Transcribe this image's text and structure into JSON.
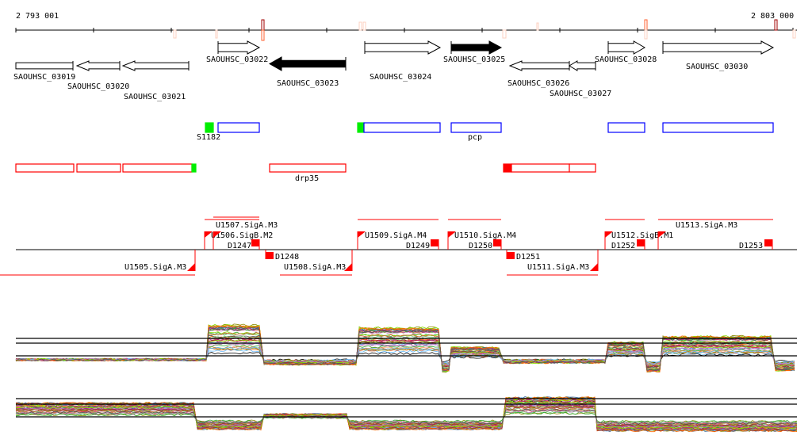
{
  "coords": {
    "start": "2 793 001",
    "end": "2 803 000"
  },
  "genes": [
    {
      "name": "SAOUHSC_03019",
      "strand": "-",
      "filled": false
    },
    {
      "name": "SAOUHSC_03020",
      "strand": "-",
      "filled": false
    },
    {
      "name": "SAOUHSC_03021",
      "strand": "-",
      "filled": false
    },
    {
      "name": "SAOUHSC_03022",
      "strand": "+",
      "filled": false
    },
    {
      "name": "SAOUHSC_03023",
      "strand": "-",
      "filled": true
    },
    {
      "name": "SAOUHSC_03024",
      "strand": "+",
      "filled": false
    },
    {
      "name": "SAOUHSC_03025",
      "strand": "+",
      "filled": true
    },
    {
      "name": "SAOUHSC_03026",
      "strand": "-",
      "filled": false
    },
    {
      "name": "SAOUHSC_03027",
      "strand": "-",
      "filled": false
    },
    {
      "name": "SAOUHSC_03028",
      "strand": "+",
      "filled": false
    },
    {
      "name": "SAOUHSC_03030",
      "strand": "+",
      "filled": false
    }
  ],
  "forward_features": {
    "labels": [
      "S1182",
      "pcp"
    ]
  },
  "reverse_features": {
    "labels": [
      "drp35"
    ]
  },
  "promoters": {
    "forward": [
      "U1506.SigB.M2",
      "U1507.SigA.M3",
      "U1509.SigA.M4",
      "U1510.SigA.M4",
      "U1512.SigB.M1",
      "U1513.SigA.M3"
    ],
    "reverse": [
      "U1505.SigA.M3",
      "U1508.SigA.M3",
      "U1511.SigA.M3"
    ],
    "terminators_forward": [
      "D1247",
      "D1249",
      "D1250",
      "D1252",
      "D1253"
    ],
    "terminators_reverse": [
      "D1248",
      "D1251"
    ]
  },
  "colors": {
    "red": "#ff0000",
    "blue": "#0000ff",
    "green": "#00ee00",
    "axis": "#000000"
  }
}
